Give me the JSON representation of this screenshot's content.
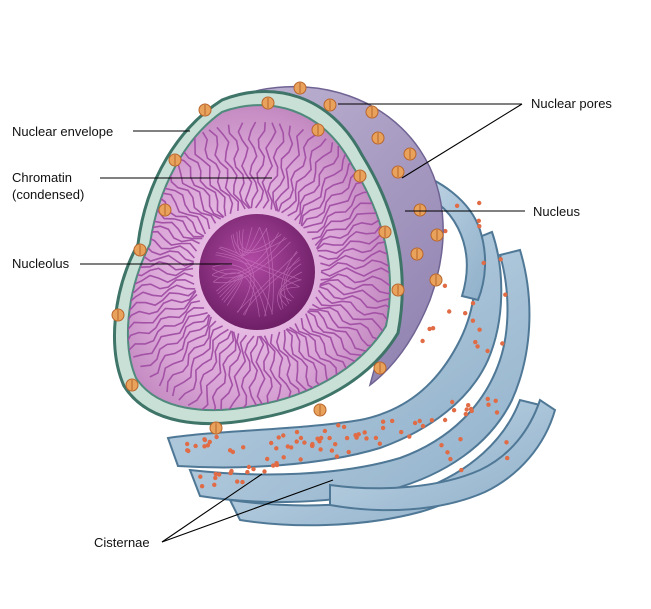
{
  "labels": {
    "nuclear_envelope": "Nuclear envelope",
    "chromatin_line1": "Chromatin",
    "chromatin_line2": "(condensed)",
    "nucleolus": "Nucleolus",
    "nuclear_pores": "Nuclear pores",
    "nucleus": "Nucleus",
    "cisternae": "Cisternae"
  },
  "colors": {
    "er_fill": "#a9c3d8",
    "er_stroke": "#4f7896",
    "ribosome": "#e06b45",
    "nucleus_surface": "#a89ac2",
    "envelope": "#4f8a7c",
    "interior": "#d9a6d8",
    "chromatin": "#a352a6",
    "nucleolus": "#8e2f86",
    "pore": "#e9a25b"
  }
}
